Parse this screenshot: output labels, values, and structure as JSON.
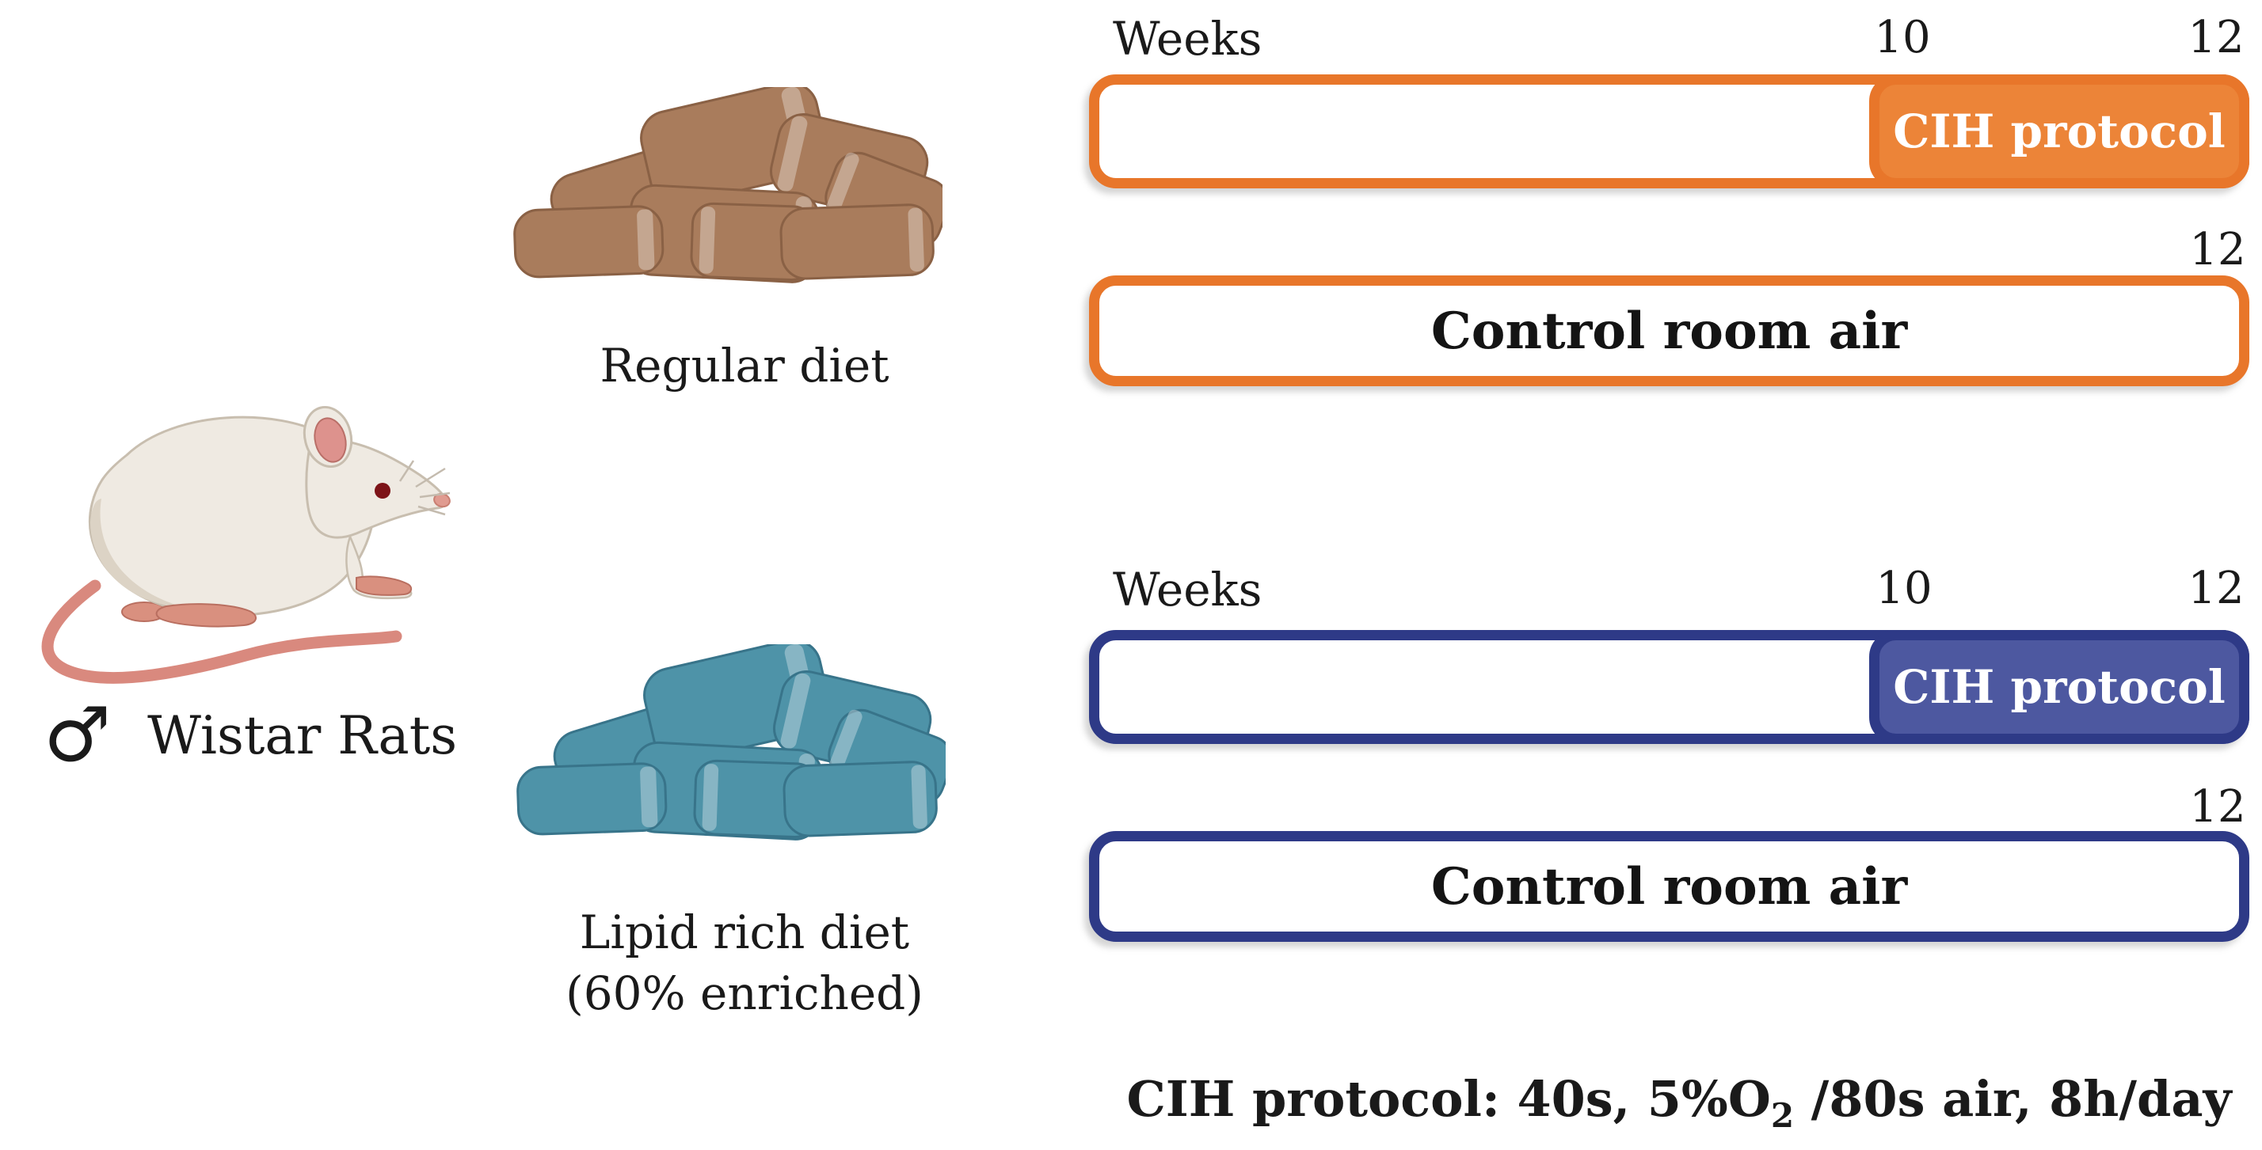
{
  "subject": {
    "sex_symbol": "♂",
    "label": "Wistar Rats"
  },
  "diets": {
    "regular": {
      "label": "Regular diet",
      "pellet_fill": "#A97C5C",
      "pellet_stroke": "#8A6145"
    },
    "lipid_rich": {
      "label_line1": "Lipid rich diet",
      "label_line2": "(60% enriched)",
      "pellet_fill": "#4E93A8",
      "pellet_stroke": "#38748A"
    }
  },
  "timeline_groups": [
    {
      "id": "regular-diet-group",
      "accent_color": "#E8762A",
      "cih_fill_color": "#EC8438",
      "weeks_label": "Weeks",
      "tick_week10": "10",
      "tick_week12": "12",
      "cih_bar_label": "CIH protocol",
      "control_tick_week12": "12",
      "control_bar_label": "Control room air"
    },
    {
      "id": "lipid-rich-diet-group",
      "accent_color": "#2E3A87",
      "cih_fill_color": "#4D58A0",
      "weeks_label": "Weeks",
      "tick_week10": "10",
      "tick_week12": "12",
      "cih_bar_label": "CIH protocol",
      "control_tick_week12": "12",
      "control_bar_label": "Control room air"
    }
  ],
  "footnote": {
    "text_main": "CIH protocol: 40s, 5%O",
    "subscript": "2",
    "text_tail": " /80s air, 8h/day"
  }
}
